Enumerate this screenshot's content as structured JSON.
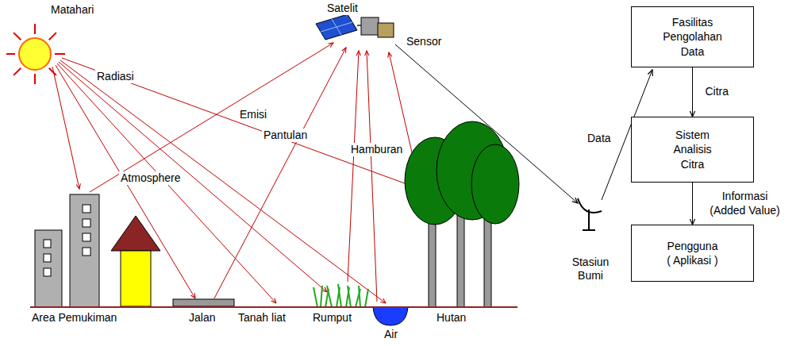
{
  "diagram": {
    "nodes": [
      {
        "text": [
          "Fasilitas Pengolahan Data"
        ]
      },
      {
        "text": [
          "Sistem Analisis Citra"
        ]
      },
      {
        "text": [
          "Pengguna ( Aplikasi )"
        ]
      }
    ],
    "edges": [
      {
        "from": 0,
        "to": 1,
        "label": "Citra",
        "arrow": "to"
      },
      {
        "from": 1,
        "to": 2,
        "label": "Informasi (Added Value)",
        "arrow": "to"
      }
    ],
    "labels": [
      "Matahari",
      "Satelit",
      "Sensor",
      "Radiasi",
      "Emisi",
      "Pantulan",
      "Hamburan",
      "Atmosphere",
      "Area Pemukiman",
      "Jalan",
      "Tanah liat",
      "Rumput",
      "Air",
      "Hutan",
      "Stasiun Bumi",
      "Data"
    ]
  }
}
